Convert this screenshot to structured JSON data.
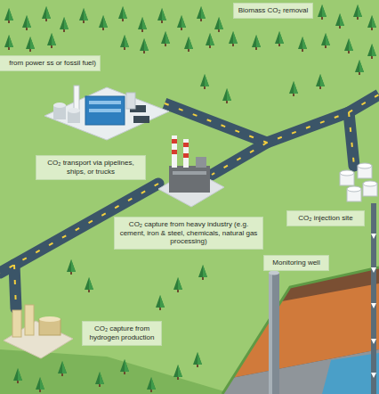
{
  "diagram": {
    "nodes": [
      {
        "text": [
          "Biomass CO₂ removal"
        ]
      },
      {
        "text": [
          "from power ss or fossil fuel)"
        ]
      },
      {
        "text": [
          "CO₂ transport via pipelines, ships, or trucks"
        ]
      },
      {
        "text": [
          "CO₂ injection site"
        ]
      },
      {
        "text": [
          "CO₂ capture from heavy industry (e.g. cement, iron & steel, chemicals, natural gas processing)"
        ]
      },
      {
        "text": [
          "Monitoring well"
        ]
      },
      {
        "text": [
          "CO₂ capture from hydrogen production"
        ]
      }
    ]
  }
}
